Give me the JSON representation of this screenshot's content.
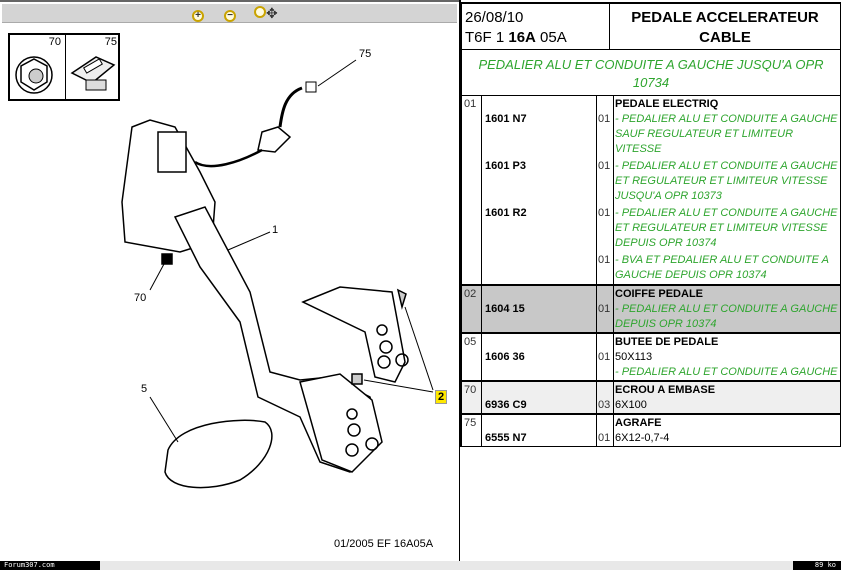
{
  "toolbar": {
    "zoom_in": "zoom-in",
    "zoom_out": "zoom-out",
    "zoom_pan": "zoom-pan"
  },
  "inset": [
    {
      "num": "70"
    },
    {
      "num": "75"
    }
  ],
  "callouts": {
    "c75": "75",
    "c1": "1",
    "c70": "70",
    "c5": "5",
    "c2": "2"
  },
  "drawing_ref": "01/2005   EF 16A05A",
  "status": {
    "brand": "Forum307.com",
    "size": "89 ko"
  },
  "header": {
    "date": "26/08/10",
    "code_prefix": "T6F 1 ",
    "code_bold": "16A",
    "code_suffix": " 05A",
    "title": "PEDALE ACCELERATEUR CABLE",
    "subtitle": "PEDALIER ALU ET CONDUITE A GAUCHE JUSQU'A OPR 10734"
  },
  "rows": [
    {
      "num": "01",
      "title": "PEDALE ELECTRIQ",
      "refs": [
        {
          "ref": "1601 N7",
          "qty": "01",
          "desc": "- PEDALIER ALU ET CONDUITE A GAUCHE SAUF REGULATEUR ET LIMITEUR VITESSE"
        },
        {
          "ref": "1601 P3",
          "qty": "01",
          "desc": "- PEDALIER ALU ET CONDUITE A GAUCHE ET REGULATEUR ET LIMITEUR VITESSE JUSQU'A OPR 10373"
        },
        {
          "ref": "1601 R2",
          "qty": "01",
          "desc": "- PEDALIER ALU ET CONDUITE A GAUCHE ET REGULATEUR ET LIMITEUR VITESSE DEPUIS OPR 10374"
        },
        {
          "ref": "",
          "qty": "01",
          "desc": "- BVA ET PEDALIER ALU ET CONDUITE A GAUCHE DEPUIS OPR 10374"
        }
      ]
    },
    {
      "num": "02",
      "ref": "1604 15",
      "qty": "01",
      "title": "COIFFE PEDALE",
      "desc": "- PEDALIER ALU ET CONDUITE A GAUCHE DEPUIS OPR 10374"
    },
    {
      "num": "05",
      "ref": "1606 36",
      "qty": "01",
      "title": "BUTEE DE PEDALE",
      "spec": "50X113",
      "desc": "- PEDALIER ALU ET CONDUITE A GAUCHE"
    },
    {
      "num": "70",
      "ref": "6936 C9",
      "qty": "03",
      "title": "ECROU A EMBASE",
      "spec": "6X100"
    },
    {
      "num": "75",
      "ref": "6555 N7",
      "qty": "01",
      "title": "AGRAFE",
      "spec": "6X12-0,7-4"
    }
  ],
  "colors": {
    "green": "#2ea52e",
    "row_gray": "#c8c8c8",
    "row_light": "#efefef",
    "callout": "#ffe800"
  }
}
